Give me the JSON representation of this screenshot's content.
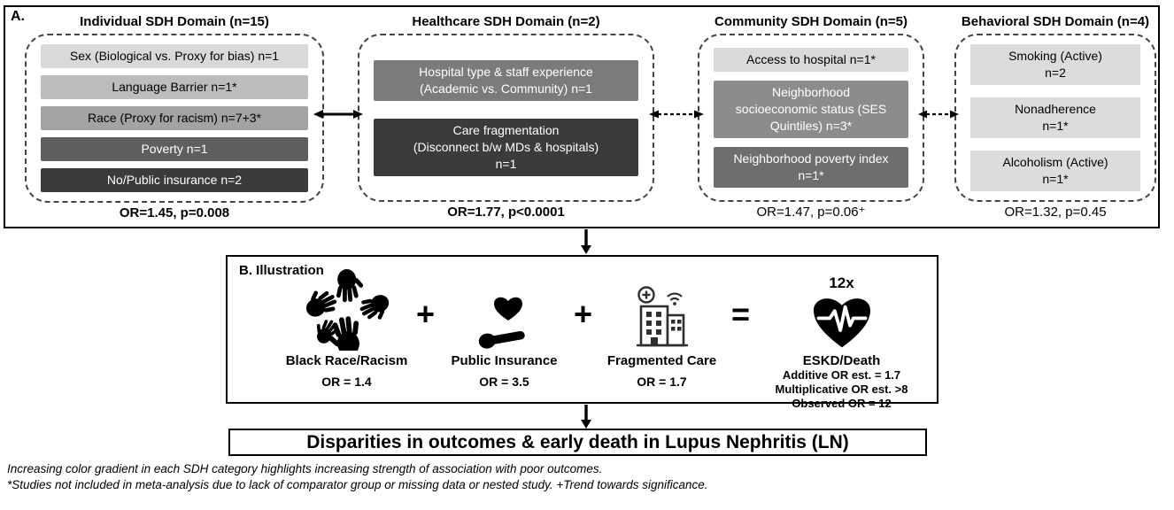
{
  "panelA": {
    "label": "A.",
    "domains": [
      {
        "title": "Individual SDH Domain (n=15)",
        "items": [
          {
            "text": "Sex (Biological vs. Proxy for bias) n=1",
            "bg": "#d9d9d9",
            "fg": "#000000"
          },
          {
            "text": "Language Barrier n=1*",
            "bg": "#bcbcbc",
            "fg": "#000000"
          },
          {
            "text": "Race (Proxy for racism) n=7+3*",
            "bg": "#a3a3a3",
            "fg": "#000000"
          },
          {
            "text": "Poverty n=1",
            "bg": "#5f5f5f",
            "fg": "#ffffff"
          },
          {
            "text": "No/Public insurance n=2",
            "bg": "#3b3b3b",
            "fg": "#ffffff"
          }
        ],
        "stat": "OR=1.45, p=0.008"
      },
      {
        "title": "Healthcare SDH Domain (n=2)",
        "items": [
          {
            "text": "Hospital type & staff experience\n(Academic vs. Community) n=1",
            "bg": "#7b7b7b",
            "fg": "#ffffff"
          },
          {
            "text": "Care fragmentation\n(Disconnect b/w MDs & hospitals)\nn=1",
            "bg": "#3b3b3b",
            "fg": "#ffffff"
          }
        ],
        "stat": "OR=1.77, p<0.0001"
      },
      {
        "title": "Community SDH Domain (n=5)",
        "items": [
          {
            "text": "Access to hospital n=1*",
            "bg": "#d9d9d9",
            "fg": "#000000"
          },
          {
            "text": "Neighborhood\nsocioeconomic status (SES\nQuintiles) n=3*",
            "bg": "#8c8c8c",
            "fg": "#ffffff"
          },
          {
            "text": "Neighborhood poverty index\nn=1*",
            "bg": "#6e6e6e",
            "fg": "#ffffff"
          }
        ],
        "stat": "OR=1.47, p=0.06⁺"
      },
      {
        "title": "Behavioral SDH Domain (n=4)",
        "items": [
          {
            "text": "Smoking (Active)\nn=2",
            "bg": "#dcdcdc",
            "fg": "#000000"
          },
          {
            "text": "Nonadherence\nn=1*",
            "bg": "#dcdcdc",
            "fg": "#000000"
          },
          {
            "text": "Alcoholism (Active)\nn=1*",
            "bg": "#dcdcdc",
            "fg": "#000000"
          }
        ],
        "stat": "OR=1.32, p=0.45"
      }
    ]
  },
  "panelB": {
    "title": "B. Illustration",
    "factors": [
      {
        "label": "Black Race/Racism",
        "or": "OR = 1.4",
        "icon": "hands-icon"
      },
      {
        "label": "Public Insurance",
        "or": "OR = 3.5",
        "icon": "hand-heart-icon"
      },
      {
        "label": "Fragmented Care",
        "or": "OR = 1.7",
        "icon": "hospital-icon"
      }
    ],
    "operators": {
      "plus1": "+",
      "plus2": "+",
      "equals": "="
    },
    "result": {
      "multiplier": "12x",
      "icon": "heart-ekg-icon",
      "label": "ESKD/Death",
      "lines": [
        "Additive OR est. = 1.7",
        "Multiplicative OR est. >8",
        "Observed OR = 12"
      ]
    }
  },
  "outcome": "Disparities in outcomes & early death in Lupus Nephritis (LN)",
  "footnotes": [
    "Increasing color gradient in each SDH category highlights increasing strength of association with poor outcomes.",
    "*Studies not included in meta-analysis due to lack of comparator group or missing data or nested study. +Trend towards significance."
  ]
}
